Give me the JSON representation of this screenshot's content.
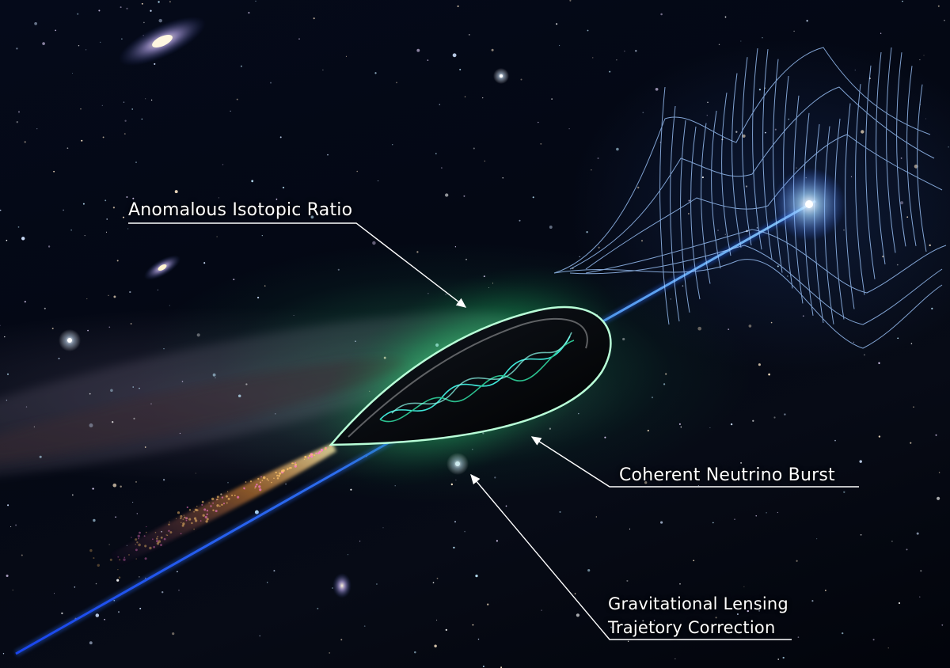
{
  "annotations": {
    "isotopic_ratio": "Anomalous Isotopic Ratio",
    "neutrino_burst": "Coherent Neutrino Burst",
    "lensing_line1": "Gravitational Lensing",
    "lensing_line2": "Trajetory Correction"
  },
  "colors": {
    "space": "#040814",
    "beam": "#2f7bff",
    "glow": "#3cff96",
    "hull": "#0a0d12",
    "helix": "#3fe6d8",
    "exhaust": "#ffb347",
    "mesh": "#9fc8ff",
    "label": "#ffffff"
  },
  "icons": [
    "spiral-galaxy-icon",
    "starfield-icon",
    "probe-icon",
    "wormhole-mesh-icon",
    "arrow-icon"
  ]
}
